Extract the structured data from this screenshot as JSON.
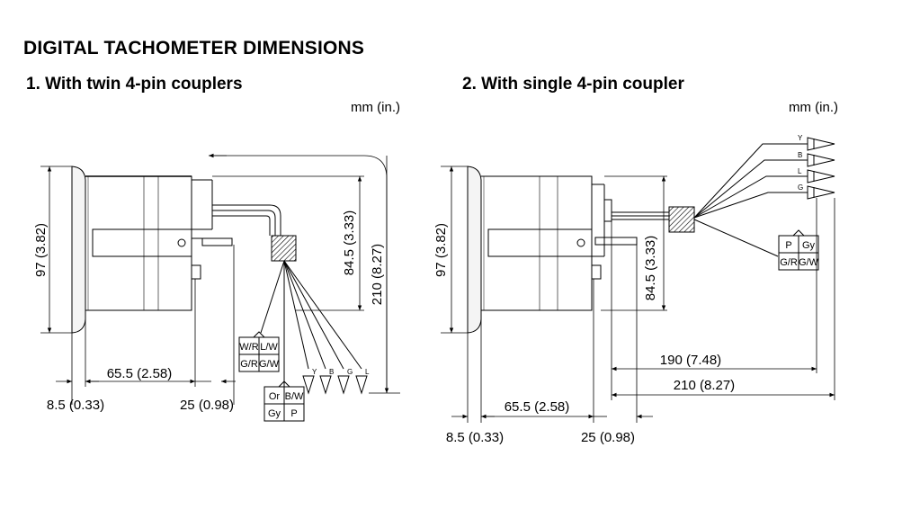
{
  "title": "DIGITAL TACHOMETER DIMENSIONS",
  "diagram1": {
    "heading": "1. With twin 4-pin couplers",
    "unit": "mm (in.)",
    "dims": {
      "height": "97 (3.82)",
      "length": "65.5 (2.58)",
      "flange": "8.5 (0.33)",
      "stub": "25 (0.98)",
      "harness_short": "84.5 (3.33)",
      "harness_long": "210 (8.27)"
    },
    "coupler_a": {
      "pins": [
        "W/R",
        "L/W",
        "G/R",
        "G/W"
      ]
    },
    "coupler_b": {
      "pins": [
        "Or",
        "B/W",
        "Gy",
        "P"
      ]
    },
    "wire_tags": [
      "Y",
      "B",
      "G",
      "L"
    ]
  },
  "diagram2": {
    "heading": "2. With single 4-pin coupler",
    "unit": "mm (in.)",
    "dims": {
      "height": "97 (3.82)",
      "length": "65.5 (2.58)",
      "flange": "8.5 (0.33)",
      "stub": "25 (0.98)",
      "harness_short": "84.5 (3.33)",
      "wire_190": "190 (7.48)",
      "wire_210": "210 (8.27)"
    },
    "coupler": {
      "pins": [
        "P",
        "Gy",
        "G/R",
        "G/W"
      ]
    },
    "wire_tags": [
      "Y",
      "B",
      "L",
      "G"
    ]
  }
}
